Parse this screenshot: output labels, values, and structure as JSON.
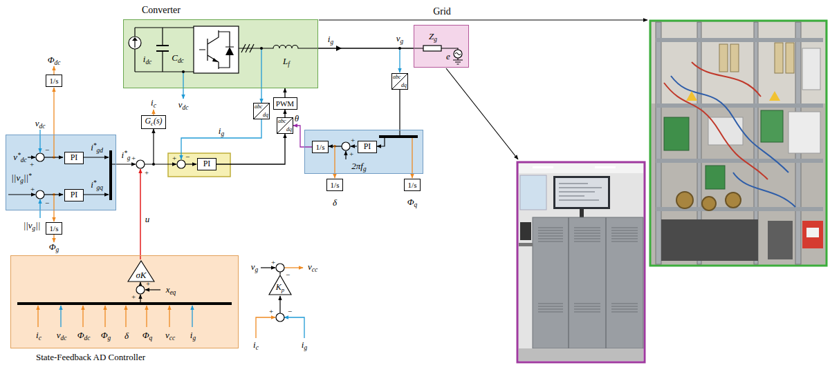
{
  "diagram": {
    "nodes": [
      {
        "text": [
          "Converter",
          "idc",
          "Cdc",
          "Lf"
        ]
      },
      {
        "text": [
          "Grid",
          "Zg",
          "e"
        ]
      },
      {
        "text": [
          "abc",
          "dq"
        ]
      },
      {
        "text": [
          "PWM"
        ]
      },
      {
        "text": [
          "abc",
          "dq"
        ]
      },
      {
        "text": [
          "abc",
          "dq"
        ]
      },
      {
        "text": [
          "v*dc",
          "||vg||*",
          "i*gd",
          "i*gq"
        ]
      },
      {
        "text": [
          "PI"
        ],
        "in": 6
      },
      {
        "text": [
          "PI"
        ],
        "in": 6
      },
      {
        "text": [
          "1/s"
        ]
      },
      {
        "text": [
          "1/s"
        ]
      },
      {
        "text": [
          "Gc(s)"
        ]
      },
      {
        "text": [
          "PI"
        ]
      },
      {
        "text": [
          "2πfg"
        ]
      },
      {
        "text": [
          "1/s"
        ],
        "in": 13
      },
      {
        "text": [
          "PI"
        ],
        "in": 13
      },
      {
        "text": [
          "1/s"
        ]
      },
      {
        "text": [
          "1/s"
        ]
      },
      {
        "text": [
          "State-Feedback AD Controller",
          "ic",
          "vdc",
          "Φdc",
          "Φg",
          "δ",
          "Φq",
          "vcc",
          "ig",
          "xeq"
        ]
      },
      {
        "text": [
          "σK"
        ],
        "in": 18
      },
      {
        "text": [
          "Kp"
        ]
      }
    ],
    "edges": [
      {
        "from": 3,
        "to": 0,
        "arrow": "to"
      },
      {
        "from": 4,
        "to": 3,
        "arrow": "to"
      },
      {
        "from": 12,
        "to": 4,
        "arrow": "to"
      },
      {
        "from": 0,
        "to": 2,
        "arrow": "to"
      },
      {
        "from": 0,
        "to": 1,
        "label": "ig",
        "arrow": "none"
      },
      {
        "from": 14,
        "to": 4,
        "label": "θ",
        "arrow": "to"
      }
    ],
    "labels": [
      "Φdc",
      "vdc",
      "||vg||",
      "Φg",
      "i*g",
      "ic",
      "u",
      "vdc",
      "ig",
      "vg",
      "δ",
      "Φq",
      "vg",
      "vcc",
      "ic",
      "ig",
      "+",
      "−",
      "+",
      "−",
      "+",
      "+",
      "+",
      "−",
      "+",
      "+",
      "+",
      "+",
      "+",
      "−",
      "+",
      "−"
    ]
  }
}
